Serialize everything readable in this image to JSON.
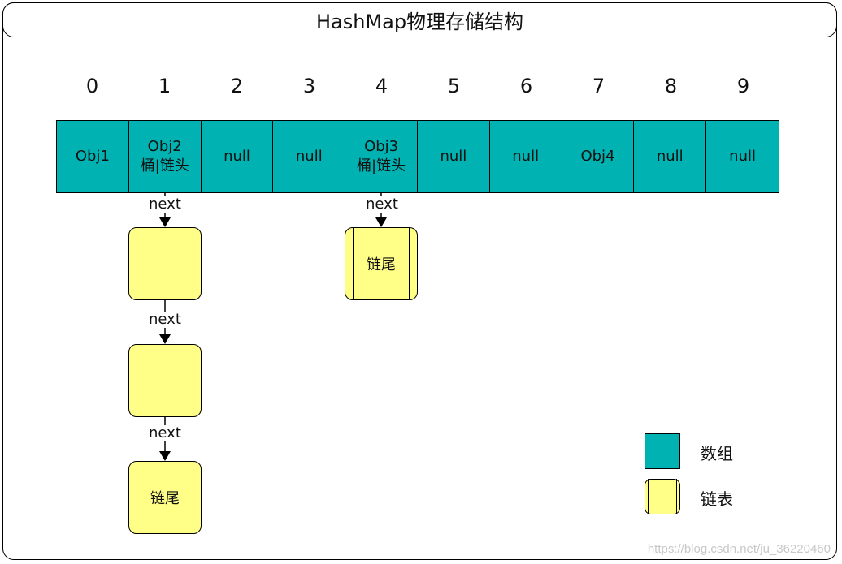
{
  "title": "HashMap物理存储结构",
  "indices": [
    "0",
    "1",
    "2",
    "3",
    "4",
    "5",
    "6",
    "7",
    "8",
    "9"
  ],
  "cells": [
    {
      "label": "Obj1",
      "sub": ""
    },
    {
      "label": "Obj2",
      "sub": "桶|链头"
    },
    {
      "label": "null",
      "sub": ""
    },
    {
      "label": "null",
      "sub": ""
    },
    {
      "label": "Obj3",
      "sub": "桶|链头"
    },
    {
      "label": "null",
      "sub": ""
    },
    {
      "label": "null",
      "sub": ""
    },
    {
      "label": "Obj4",
      "sub": ""
    },
    {
      "label": "null",
      "sub": ""
    },
    {
      "label": "null",
      "sub": ""
    }
  ],
  "chain_bucket1": {
    "nodes": [
      "",
      "",
      "链尾"
    ],
    "edge_label": "next"
  },
  "chain_bucket4": {
    "nodes": [
      "链尾"
    ],
    "edge_label": "next"
  },
  "legend": {
    "array_label": "数组",
    "list_label": "链表"
  },
  "watermark": "https://blog.csdn.net/ju_36220460",
  "colors": {
    "array": "#00b2b2",
    "list_node": "#ffff88",
    "stroke": "#000000"
  }
}
